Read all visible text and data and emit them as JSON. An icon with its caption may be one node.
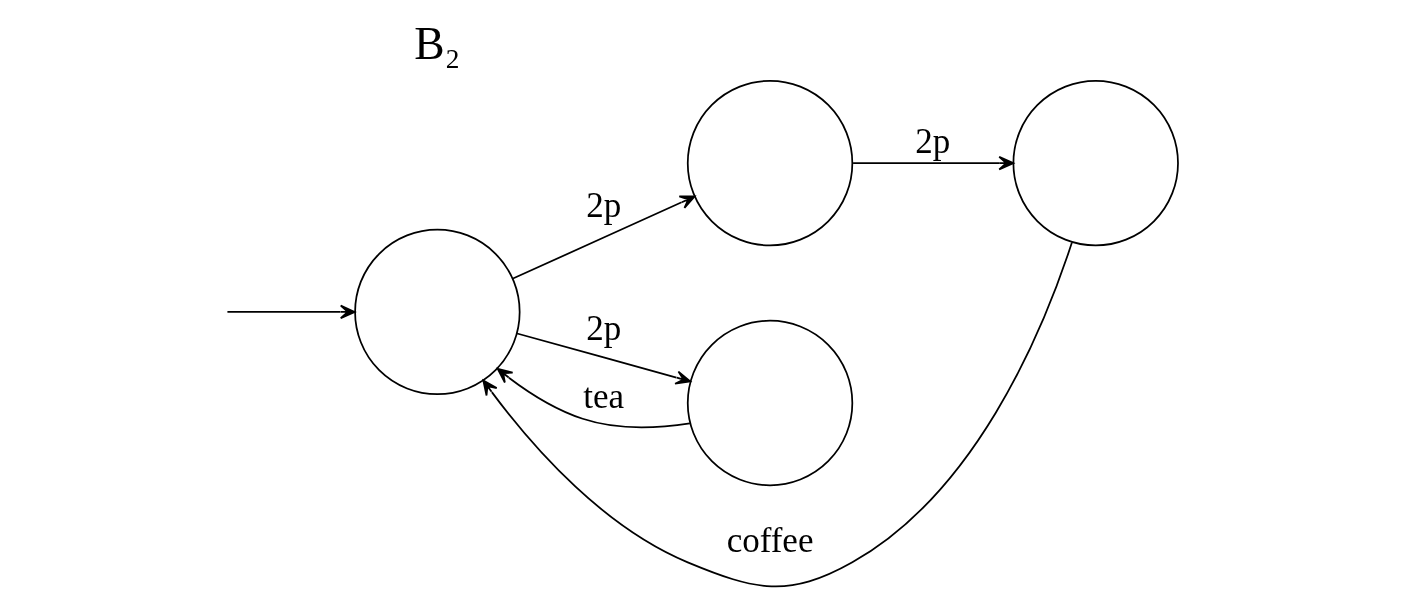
{
  "diagram": {
    "nodes": [
      {
        "text": [],
        "shape": "circle"
      },
      {
        "text": [],
        "shape": "circle"
      },
      {
        "text": [],
        "shape": "circle"
      },
      {
        "text": [],
        "shape": "circle"
      }
    ],
    "edges": [
      {
        "from": null,
        "to": 0,
        "arrow": "to"
      },
      {
        "from": 0,
        "to": 1,
        "arrow": "to",
        "label": "2p"
      },
      {
        "from": 1,
        "to": 2,
        "arrow": "to",
        "label": "2p"
      },
      {
        "from": 0,
        "to": 3,
        "arrow": "to",
        "label": "2p"
      },
      {
        "from": 3,
        "to": 0,
        "arrow": "to",
        "label": "tea"
      },
      {
        "from": 2,
        "to": 0,
        "arrow": "to",
        "label": "coffee"
      }
    ],
    "labels": [
      "B₂"
    ]
  }
}
